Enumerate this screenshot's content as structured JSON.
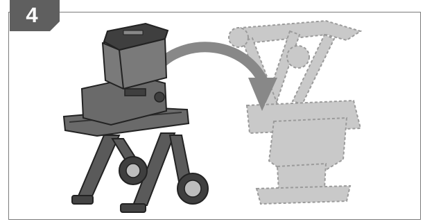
{
  "step": {
    "number": "4"
  },
  "colors": {
    "badge": "#5f5f5f",
    "machine_body": "#6a6a6a",
    "machine_dark": "#3f3f3f",
    "arrow": "#888888",
    "ghost_fill": "#c9c9c9",
    "ghost_outline": "#9a9a9a"
  },
  "illustration": {
    "left_object": "garden-shredder-on-wheeled-stand",
    "arrow_direction": "right-to-ghost",
    "right_object": "ghost-shredder-rotated-dashed-outline"
  }
}
